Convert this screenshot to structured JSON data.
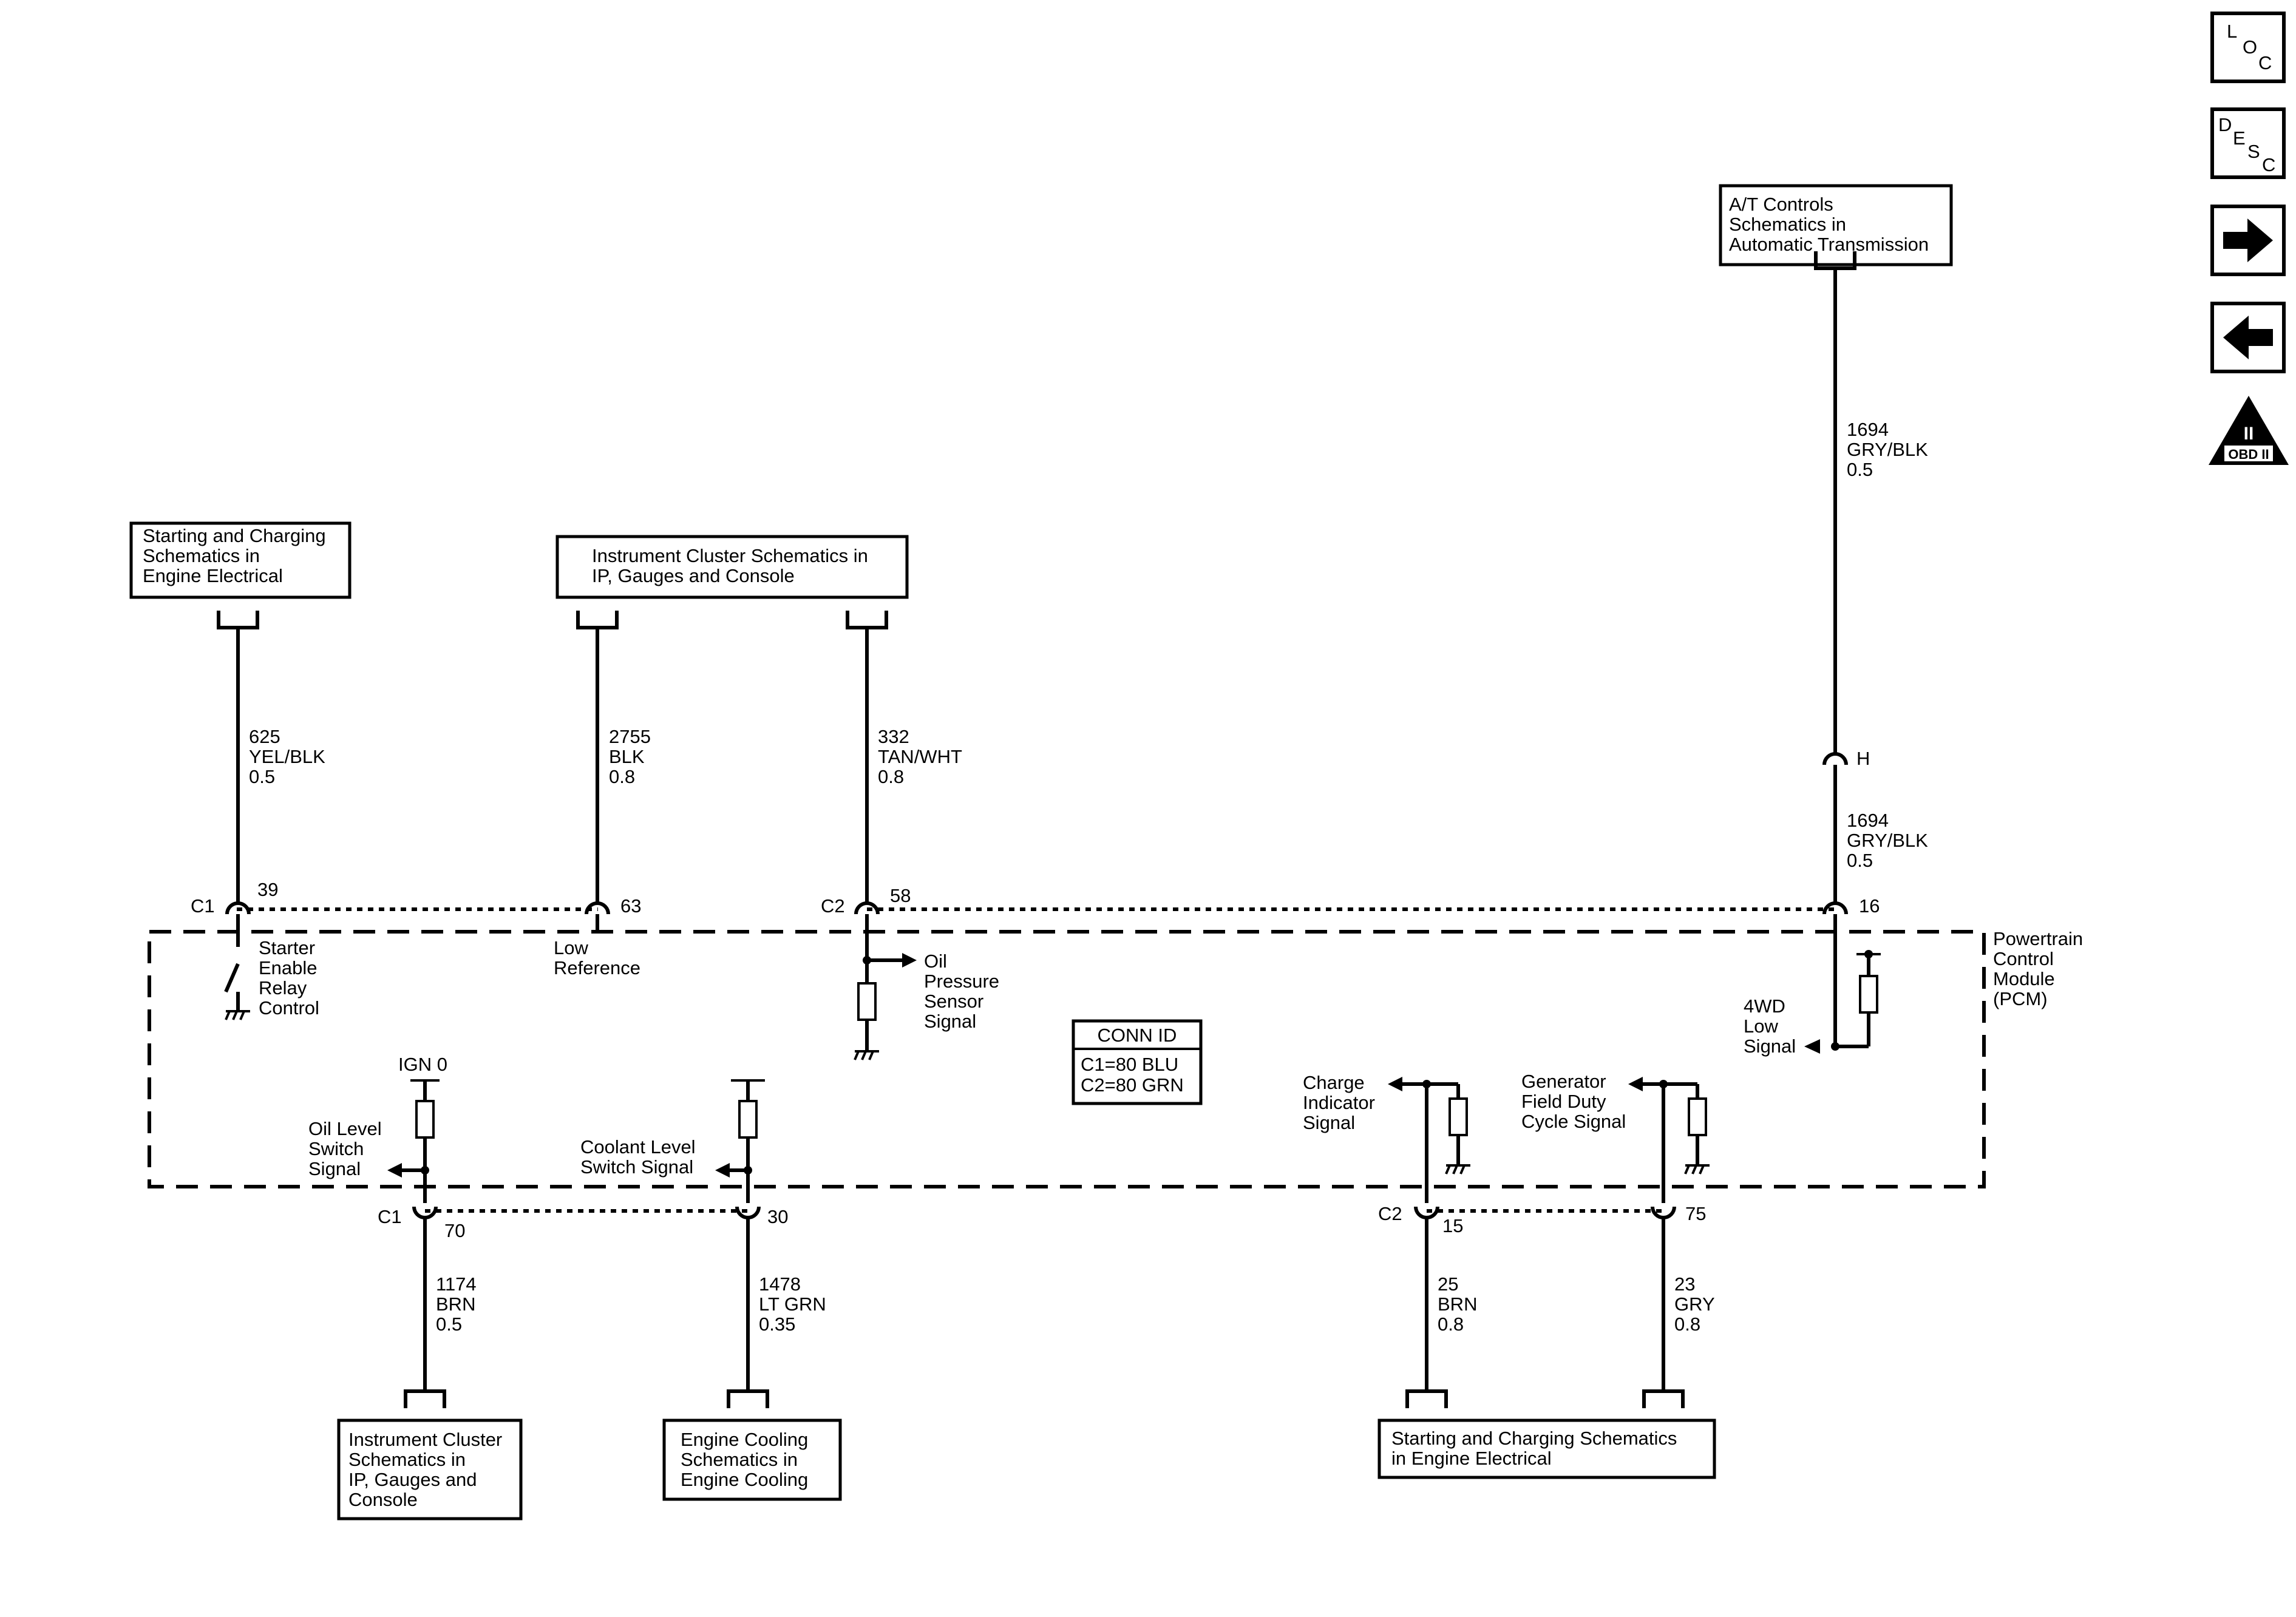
{
  "nav": {
    "loc": [
      "L",
      "O",
      "C"
    ],
    "desc": [
      "D",
      "E",
      "S",
      "C"
    ],
    "next_icon": "arrow-right-icon",
    "prev_icon": "arrow-left-icon",
    "obd_icon": "obd-ii-triangle-icon",
    "obd_numeral": "II",
    "obd_label": "OBD II"
  },
  "refs": {
    "at_controls": [
      "A/T Controls",
      "Schematics in",
      "Automatic Transmission"
    ],
    "start_charge_left": [
      "Starting and Charging",
      "Schematics in",
      "Engine Electrical"
    ],
    "instrument_cluster_top": [
      "Instrument Cluster Schematics in",
      "IP, Gauges and Console"
    ],
    "instrument_cluster_bottom": [
      "Instrument Cluster",
      "Schematics in",
      "IP, Gauges and",
      "Console"
    ],
    "engine_cooling": [
      "Engine Cooling",
      "Schematics in",
      "Engine Cooling"
    ],
    "start_charge_bottom": [
      "Starting and Charging Schematics",
      "in Engine Electrical"
    ]
  },
  "wires": {
    "w625": [
      "625",
      "YEL/BLK",
      "0.5"
    ],
    "w2755": [
      "2755",
      "BLK",
      "0.8"
    ],
    "w332": [
      "332",
      "TAN/WHT",
      "0.8"
    ],
    "w1694_top": [
      "1694",
      "GRY/BLK",
      "0.5"
    ],
    "w1694_bottom": [
      "1694",
      "GRY/BLK",
      "0.5"
    ],
    "w1174": [
      "1174",
      "BRN",
      "0.5"
    ],
    "w1478": [
      "1478",
      "LT GRN",
      "0.35"
    ],
    "w25": [
      "25",
      "BRN",
      "0.8"
    ],
    "w23": [
      "23",
      "GRY",
      "0.8"
    ]
  },
  "pins": {
    "c1_top": "C1",
    "p39": "39",
    "p63": "63",
    "c2_top": "C2",
    "p58": "58",
    "h": "H",
    "p16": "16",
    "c1_bottom": "C1",
    "p70": "70",
    "p30": "30",
    "c2_bottom": "C2",
    "p15": "15",
    "p75": "75"
  },
  "module": {
    "name": [
      "Powertrain",
      "Control",
      "Module",
      "(PCM)"
    ],
    "conn_title": "CONN ID",
    "conn_c1": "C1=80 BLU",
    "conn_c2": "C2=80 GRN"
  },
  "signals": {
    "starter_enable": [
      "Starter",
      "Enable",
      "Relay",
      "Control"
    ],
    "low_reference": [
      "Low",
      "Reference"
    ],
    "oil_pressure": [
      "Oil",
      "Pressure",
      "Sensor",
      "Signal"
    ],
    "four_wd_low": [
      "4WD",
      "Low",
      "Signal"
    ],
    "ign": "IGN 0",
    "oil_level": [
      "Oil Level",
      "Switch",
      "Signal"
    ],
    "coolant_level": [
      "Coolant Level",
      "Switch Signal"
    ],
    "charge_indicator": [
      "Charge",
      "Indicator",
      "Signal"
    ],
    "generator_field": [
      "Generator",
      "Field Duty",
      "Cycle Signal"
    ]
  }
}
